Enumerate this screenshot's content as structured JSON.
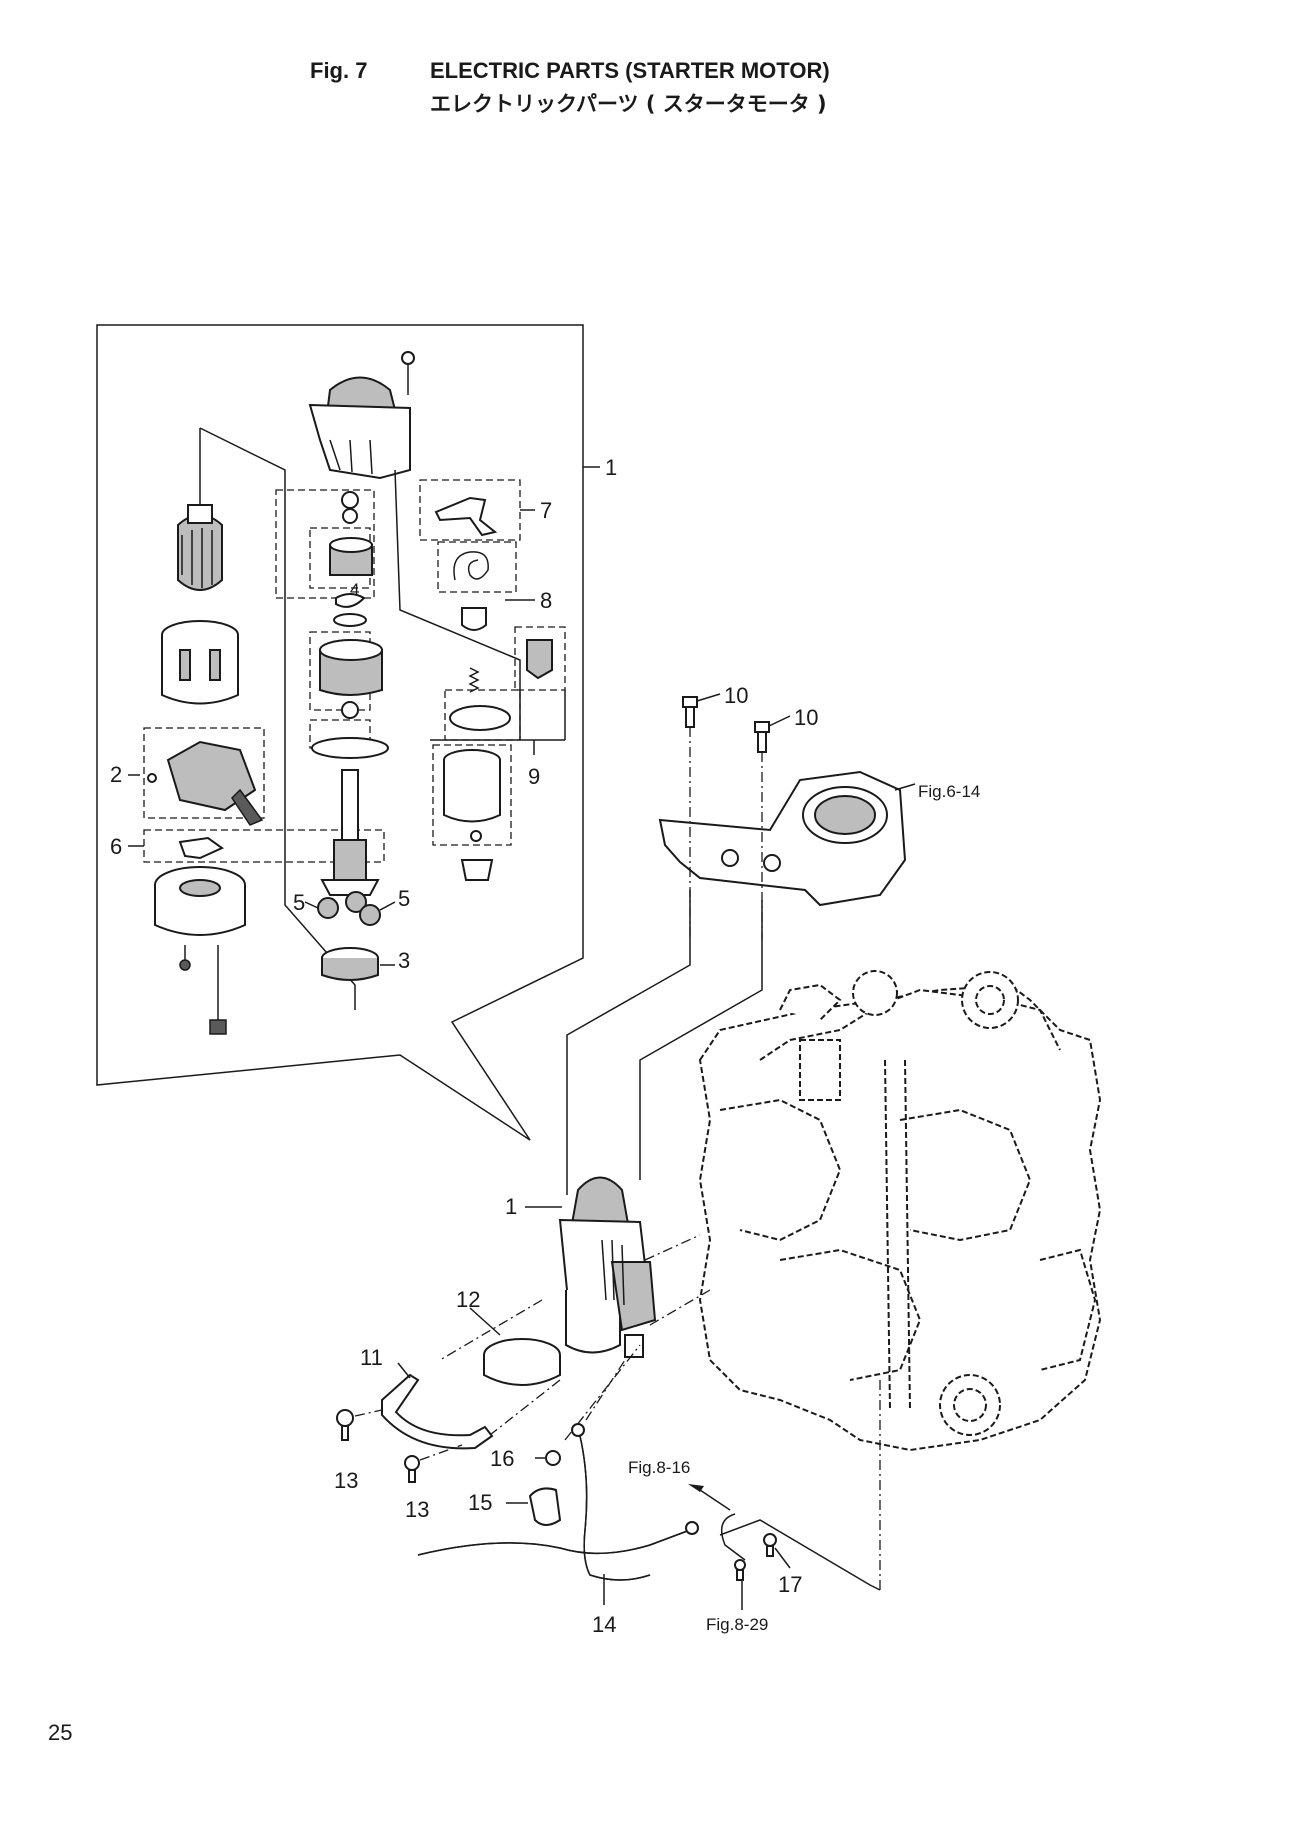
{
  "header": {
    "fig_number": "Fig. 7",
    "title": "ELECTRIC PARTS (STARTER MOTOR)",
    "title_jp": "エレクトリックパーツ ( スタータモータ )"
  },
  "page_number": "25",
  "callouts": {
    "c1_assembly": "1",
    "c1_main": "1",
    "c2": "2",
    "c3": "3",
    "c4": "4",
    "c5_left": "5",
    "c5_right": "5",
    "c6": "6",
    "c7": "7",
    "c8": "8",
    "c9": "9",
    "c10_a": "10",
    "c10_b": "10",
    "c11": "11",
    "c12": "12",
    "c13_a": "13",
    "c13_b": "13",
    "c14": "14",
    "c15": "15",
    "c16": "16",
    "c17": "17"
  },
  "references": {
    "fig_6_14": "Fig.6-14",
    "fig_8_16": "Fig.8-16",
    "fig_8_29": "Fig.8-29"
  }
}
